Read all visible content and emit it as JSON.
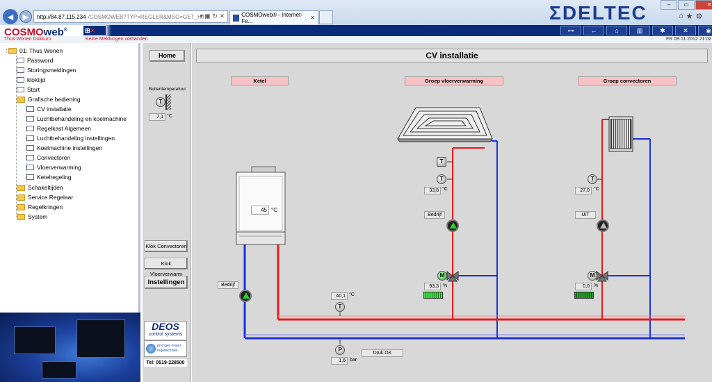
{
  "browser": {
    "url_host": "http://84.87.115.234",
    "url_path": "/COSMOWEB?TYP=REGLER&MSG=GET_HTM",
    "tab_title": "COSMOweb® - Internet-Fe...",
    "brand": "DELTEC"
  },
  "app": {
    "logo_cosmo": "COSMO",
    "logo_web": "web",
    "logo_mark": "®",
    "site": "Thus Wonen Dokkum",
    "message": "Keine Meldungen vorhanden",
    "datetime": "FR 09.11.2012 21:02"
  },
  "tree": {
    "root": "01: Thus Wonen",
    "items": [
      "Password",
      "Storingsmeldingen",
      "kloktijd",
      "Start",
      "Grafische bediening"
    ],
    "sub_items": [
      "CV installatie",
      "Luchtbehandeling en koelmachine",
      "Regelkast Algemeen",
      "Luchtbehandeling instellingen",
      "Koelmachine instellingen",
      "Convectoren",
      "Vloerverwarming",
      "Ketelregeling"
    ],
    "folders": [
      "Schakeltijden",
      "Service Regelaar",
      "Regelkringen",
      "System"
    ]
  },
  "left": {
    "home": "Home",
    "outside_label": "Buitentemperatuur",
    "outside_value": "7,1",
    "outside_unit": "°C",
    "btn_klok_conv": "Klok Convectoren",
    "btn_klok_vloer": "Klok Vloerverwarm",
    "btn_instellingen": "Instellingen",
    "deos_brand": "DEOS",
    "deos_sub": "control systems",
    "partner": "prenger-maier",
    "partner_sub": "regeltechniek",
    "tel": "Tel: 0519-228500"
  },
  "main": {
    "title": "CV installatie",
    "ketel": {
      "title": "Ketel",
      "setpoint": "45",
      "unit": "°C",
      "pump_status": "Bedrijf",
      "return_temp": "40,1",
      "return_unit": "°C",
      "pressure": "1,6",
      "pressure_unit": "bar",
      "pressure_status": "Druk OK"
    },
    "vloer": {
      "title": "Groep vloerverwarming",
      "temp": "33,8",
      "temp_unit": "°C",
      "pump_status": "Bedrijf",
      "valve": "93,3",
      "valve_unit": "%",
      "valve_level": 0.93
    },
    "conv": {
      "title": "Groep convectoren",
      "temp": "27,0",
      "temp_unit": "°C",
      "pump_status": "UIT",
      "valve": "0,0",
      "valve_unit": "%",
      "valve_level": 0.0
    },
    "sensor_T": "T",
    "sensor_P": "P",
    "valve_M": "M"
  }
}
